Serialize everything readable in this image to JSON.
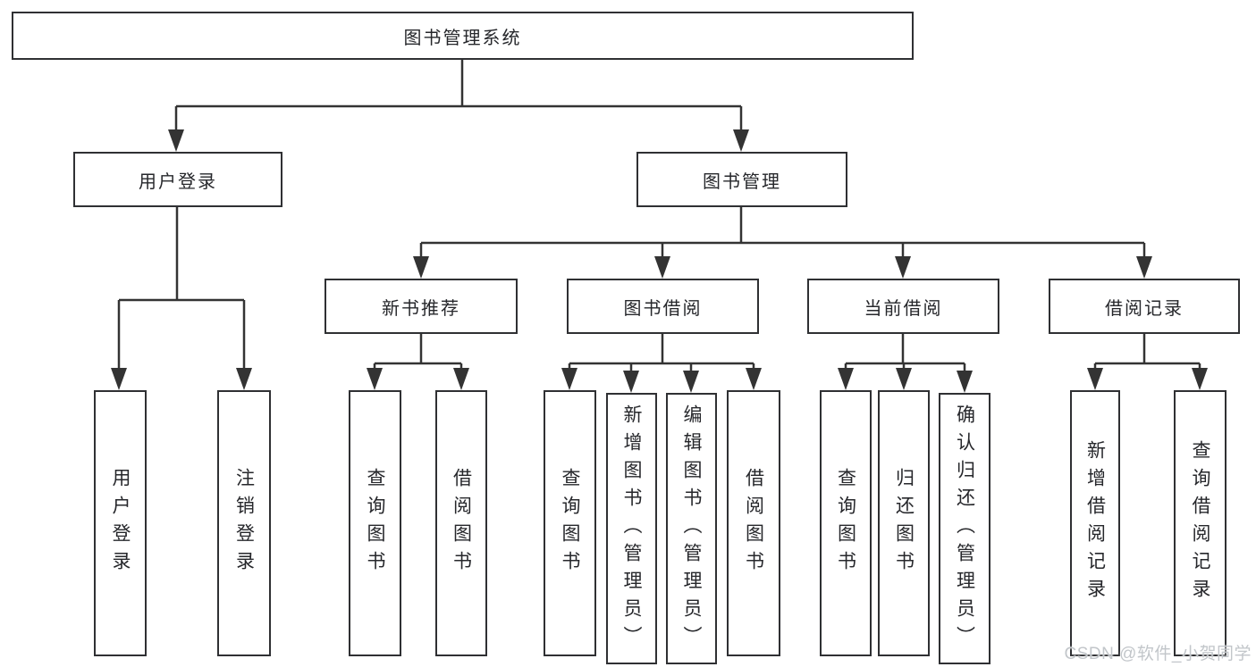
{
  "diagram": {
    "root": {
      "label": "图书管理系统"
    },
    "level2": [
      {
        "label": "用户登录"
      },
      {
        "label": "图书管理"
      }
    ],
    "level3": [
      {
        "label": "新书推荐"
      },
      {
        "label": "图书借阅"
      },
      {
        "label": "当前借阅"
      },
      {
        "label": "借阅记录"
      }
    ],
    "leaves": [
      {
        "label": "用户登录"
      },
      {
        "label": "注销登录"
      },
      {
        "label": "查询图书"
      },
      {
        "label": "借阅图书"
      },
      {
        "label": "查询图书"
      },
      {
        "label": "新增图书（管理员）"
      },
      {
        "label": "编辑图书（管理员）"
      },
      {
        "label": "借阅图书"
      },
      {
        "label": "查询图书"
      },
      {
        "label": "归还图书"
      },
      {
        "label": "确认归还（管理员）"
      },
      {
        "label": "新增借阅记录"
      },
      {
        "label": "查询借阅记录"
      }
    ]
  },
  "watermark": {
    "text": "CSDN @软件_小贺同学"
  },
  "colors": {
    "border": "#2f3033",
    "line": "#333333",
    "text": "#26272b",
    "background": "#ffffff",
    "watermark": "#c2c6ca"
  }
}
